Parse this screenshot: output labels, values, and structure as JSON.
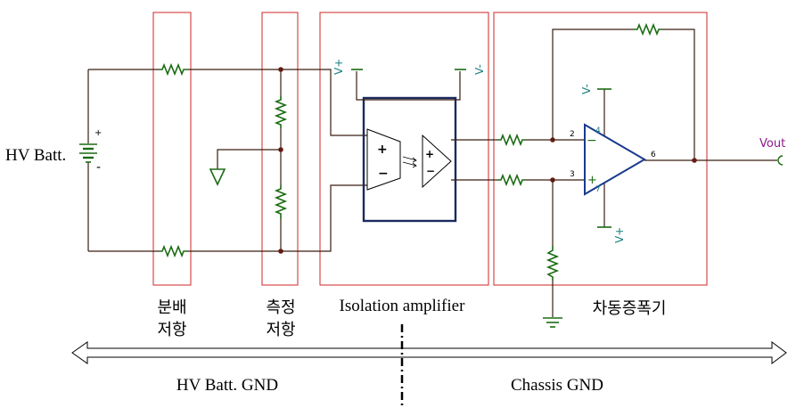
{
  "colors": {
    "wire": "#3a1e12",
    "component": "#1a6b12",
    "block_outline": "#d33a3a",
    "supply_label": "#1a8080",
    "iso_amp_outline": "#1a2a5e",
    "output_label": "#8b1a8b"
  },
  "labels": {
    "battery": "HV Batt.",
    "battery_plus": "+",
    "battery_minus": "-",
    "v_plus": "V+",
    "v_minus": "V-",
    "opamp_minus": "−",
    "opamp_plus": "+",
    "pin2": "2",
    "pin3": "3",
    "pin4": "4",
    "pin6": "6",
    "pin7": "7",
    "output": "Vout",
    "iso_in_plus": "+",
    "iso_in_minus": "−",
    "iso_out_plus": "+",
    "iso_out_minus": "−"
  },
  "blocks": {
    "divider_line1": "분배",
    "divider_line2": "저항",
    "measure_line1": "측정",
    "measure_line2": "저항",
    "isolation": "Isolation amplifier",
    "diff_amp": "차동증폭기"
  },
  "regions": {
    "left": "HV Batt. GND",
    "right": "Chassis GND"
  }
}
